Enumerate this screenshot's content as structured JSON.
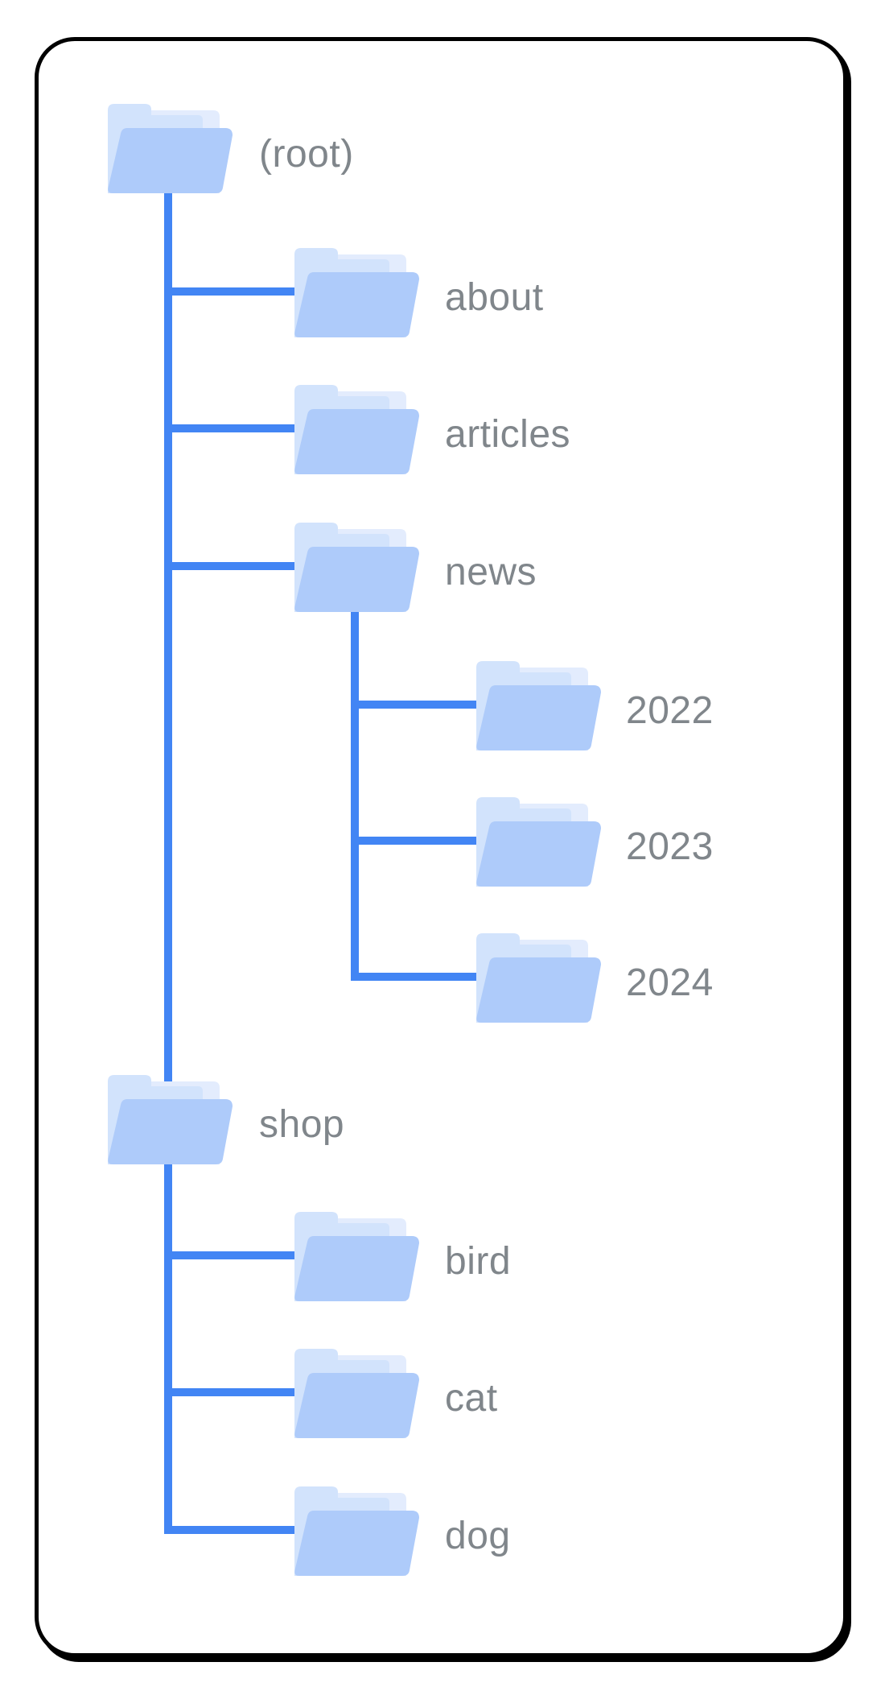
{
  "diagram": {
    "description": "Folder tree diagram of a website directory structure inside a rounded black-bordered card",
    "colors": {
      "connector_line": "#4285F4",
      "folder_front": "#AECBFA",
      "folder_back_tab": "#D2E3FC",
      "folder_back_sheet": "#E3ECFD",
      "label_text": "#80868B",
      "card_border": "#000000",
      "background": "#FFFFFF"
    },
    "tree": {
      "label": "(root)",
      "children": [
        {
          "label": "about",
          "children": []
        },
        {
          "label": "articles",
          "children": []
        },
        {
          "label": "news",
          "children": [
            {
              "label": "2022"
            },
            {
              "label": "2023"
            },
            {
              "label": "2024"
            }
          ]
        },
        {
          "label": "shop",
          "children": [
            {
              "label": "bird"
            },
            {
              "label": "cat"
            },
            {
              "label": "dog"
            }
          ]
        }
      ]
    }
  },
  "nodes": [
    {
      "id": "root",
      "label": "(root)",
      "level": 0
    },
    {
      "id": "about",
      "label": "about",
      "level": 1
    },
    {
      "id": "articles",
      "label": "articles",
      "level": 1
    },
    {
      "id": "news",
      "label": "news",
      "level": 1
    },
    {
      "id": "y2022",
      "label": "2022",
      "level": 2
    },
    {
      "id": "y2023",
      "label": "2023",
      "level": 2
    },
    {
      "id": "y2024",
      "label": "2024",
      "level": 2
    },
    {
      "id": "shop",
      "label": "shop",
      "level": 1
    },
    {
      "id": "bird",
      "label": "bird",
      "level": 2
    },
    {
      "id": "cat",
      "label": "cat",
      "level": 2
    },
    {
      "id": "dog",
      "label": "dog",
      "level": 2
    }
  ]
}
